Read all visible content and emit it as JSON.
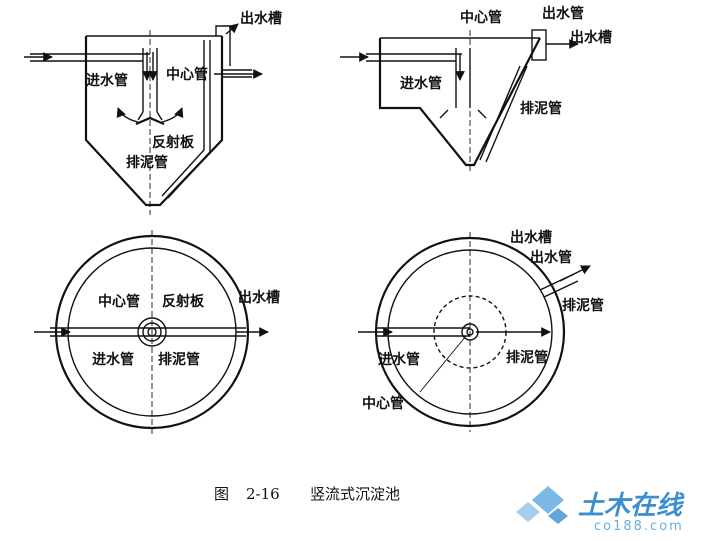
{
  "caption": {
    "figure_no": "图",
    "number": "2-16",
    "title": "竖流式沉淀池"
  },
  "top_left": {
    "outlet_trough": "出水槽",
    "inlet_pipe": "进水管",
    "center_pipe": "中心管",
    "deflector": "反射板",
    "sludge_pipe": "排泥管"
  },
  "top_right": {
    "center_pipe": "中心管",
    "outlet_trough": "出水管",
    "outlet_pipe": "出水槽",
    "inlet_pipe": "进水管",
    "sludge_pipe": "排泥管"
  },
  "bottom_left": {
    "center_pipe": "中心管",
    "deflector": "反射板",
    "outlet_trough": "出水槽",
    "inlet_pipe": "进水管",
    "sludge_pipe": "排泥管"
  },
  "bottom_right": {
    "outlet_trough": "出水槽",
    "outlet_pipe": "出水管",
    "sludge_pipe_right": "排泥管",
    "inlet_pipe": "进水管",
    "sludge_pipe": "排泥管",
    "center_pipe": "中心管"
  },
  "watermark": {
    "brand": "土木在线",
    "site": "co188.com"
  },
  "colors": {
    "line": "#111111",
    "watermark": "#3b8fd0"
  }
}
